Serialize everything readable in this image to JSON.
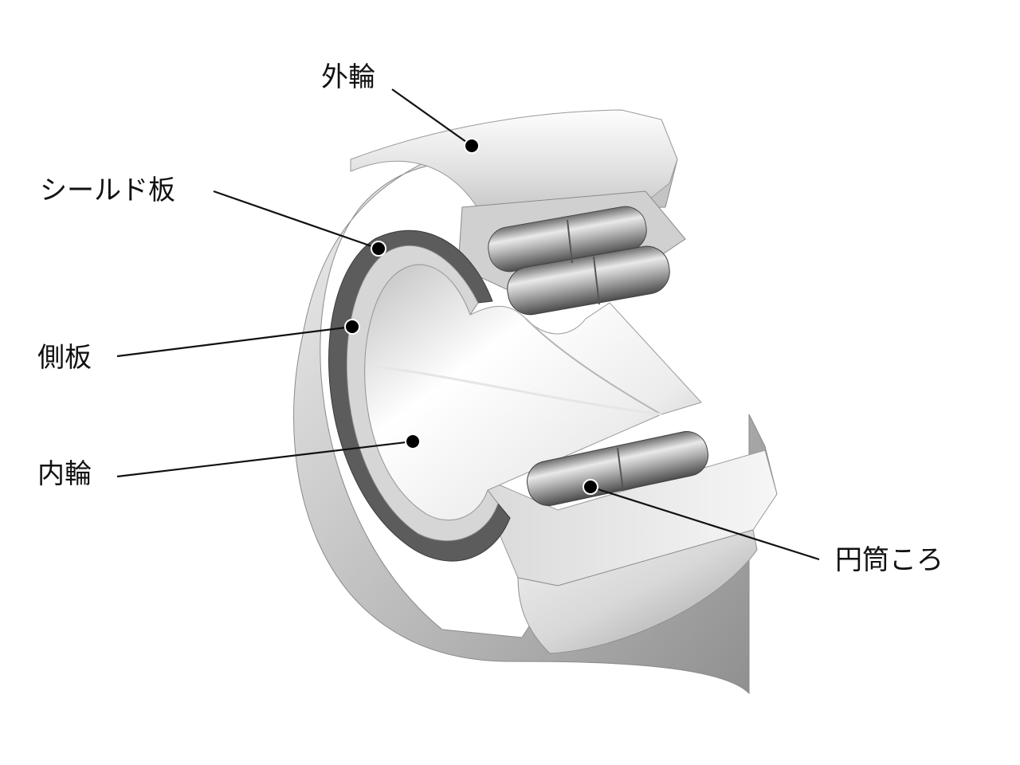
{
  "callouts": {
    "outer_ring": "外輪",
    "shield_plate": "シールド板",
    "side_plate": "側板",
    "inner_ring": "内輪",
    "cylindrical_roller": "円筒ころ"
  }
}
